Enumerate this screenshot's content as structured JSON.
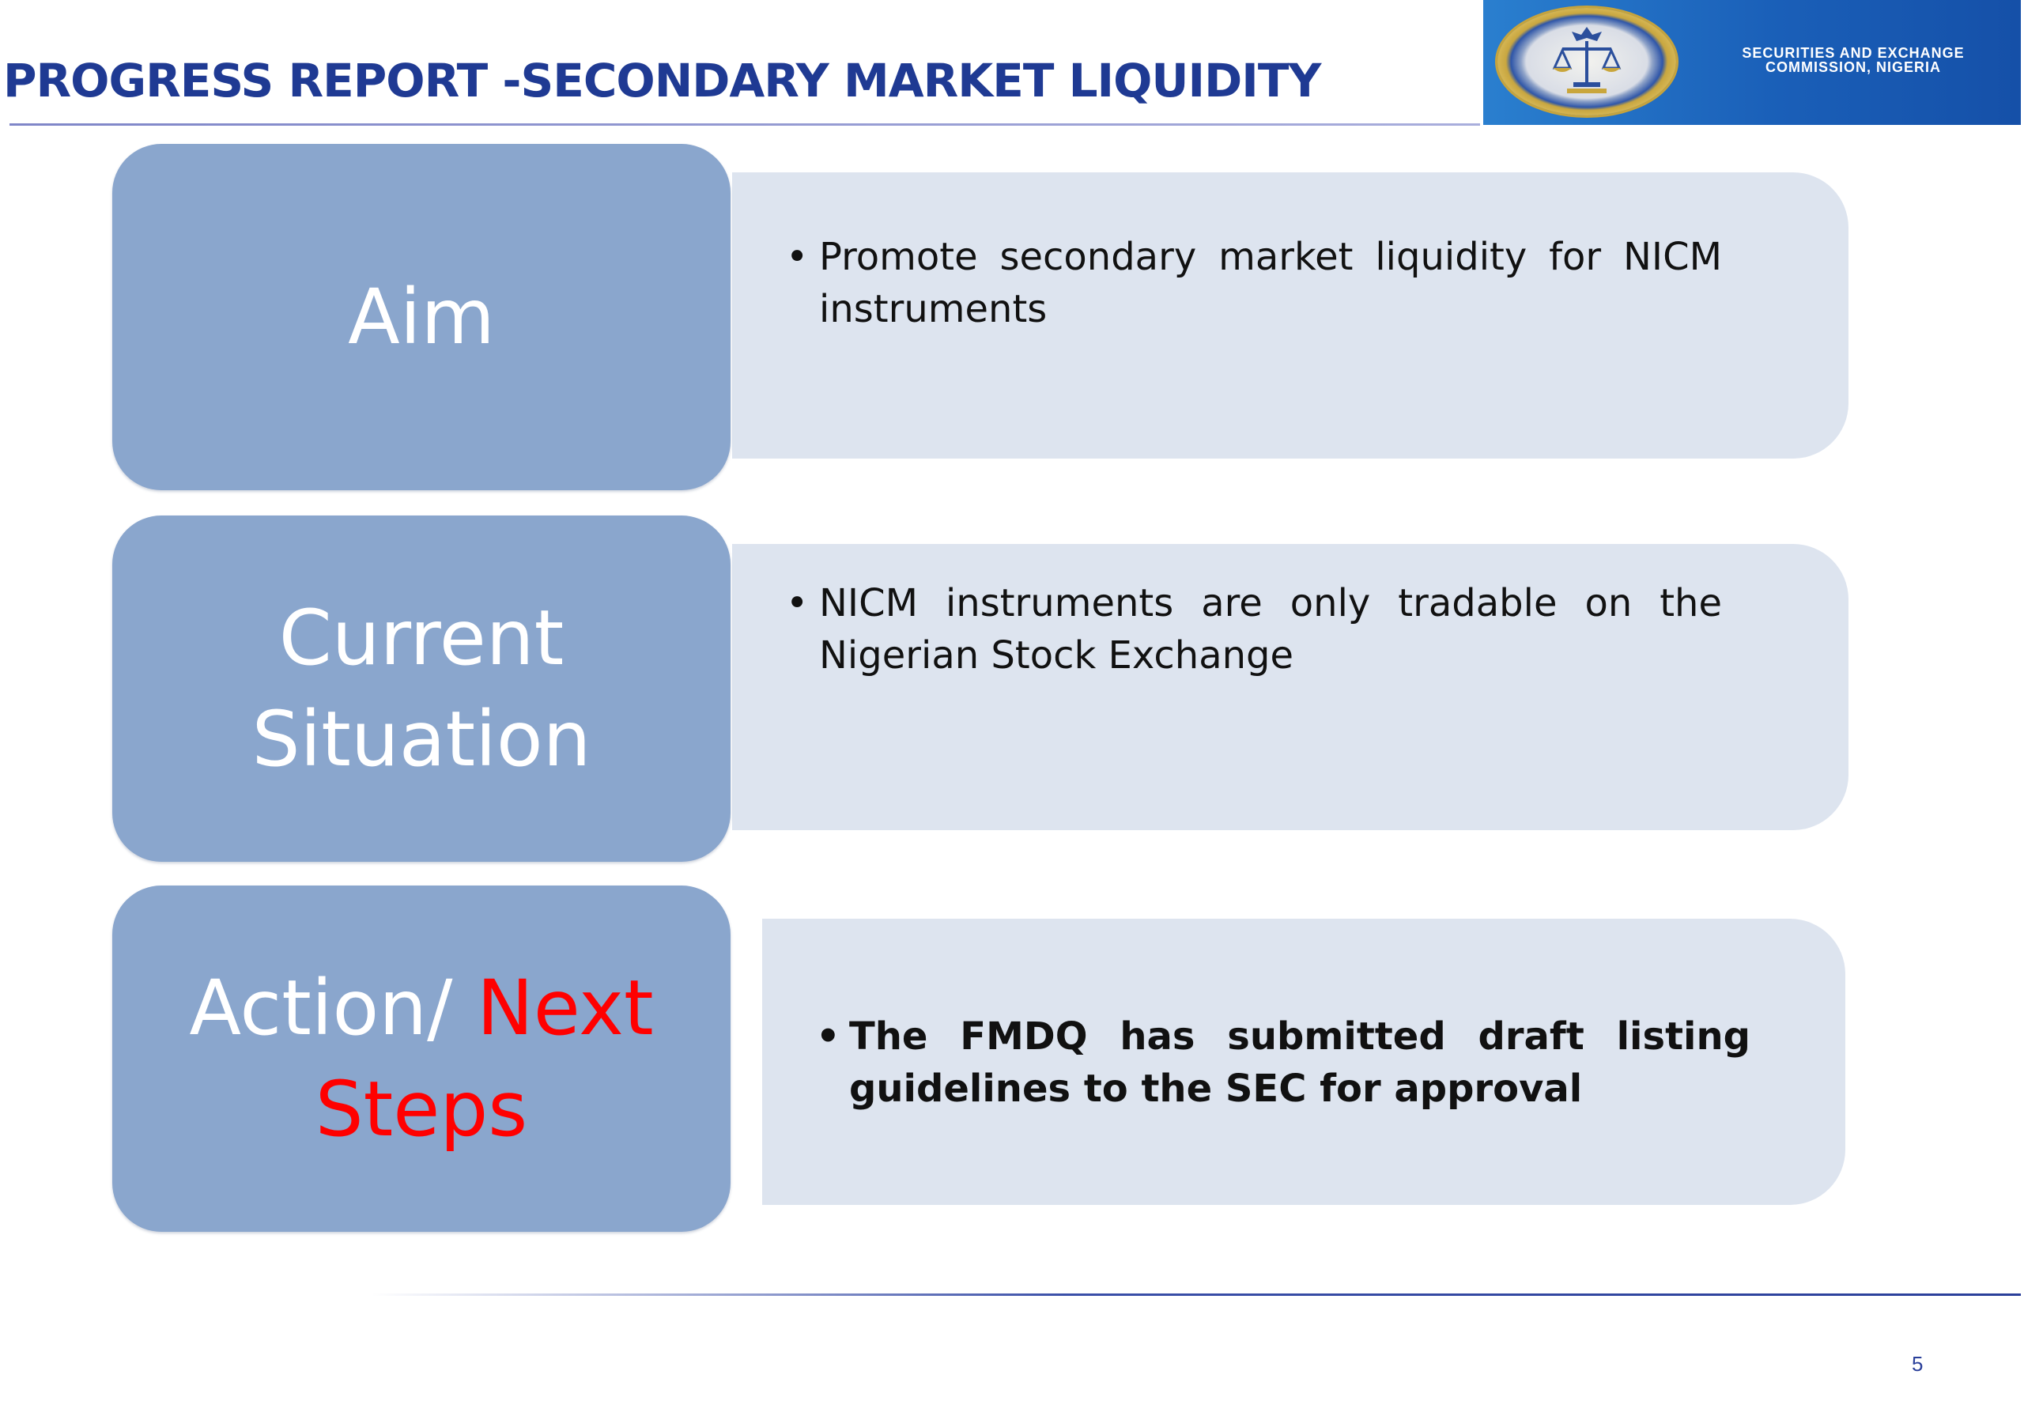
{
  "slide": {
    "title": "PROGRESS REPORT -SECONDARY MARKET LIQUIDITY",
    "logo_line_1": "SECURITIES AND EXCHANGE",
    "logo_line_2": "COMMISSION, NIGERIA",
    "page_number": "5"
  },
  "rows": [
    {
      "label": "Aim",
      "bullet": "Promote secondary market liquidity for NICM instruments"
    },
    {
      "label_line_1": "Current",
      "label_line_2": "Situation",
      "bullet": "NICM instruments are only tradable on the Nigerian Stock Exchange"
    },
    {
      "label_part_1": "Action/ ",
      "label_part_2": "Next",
      "label_part_3": "Steps",
      "bullet": "The FMDQ has submitted draft listing guidelines to the SEC for approval"
    }
  ],
  "colors": {
    "title": "#1f3a93",
    "label_box": "#8aa6cd",
    "panel": "#dde4ef",
    "highlight": "#ff0000"
  }
}
